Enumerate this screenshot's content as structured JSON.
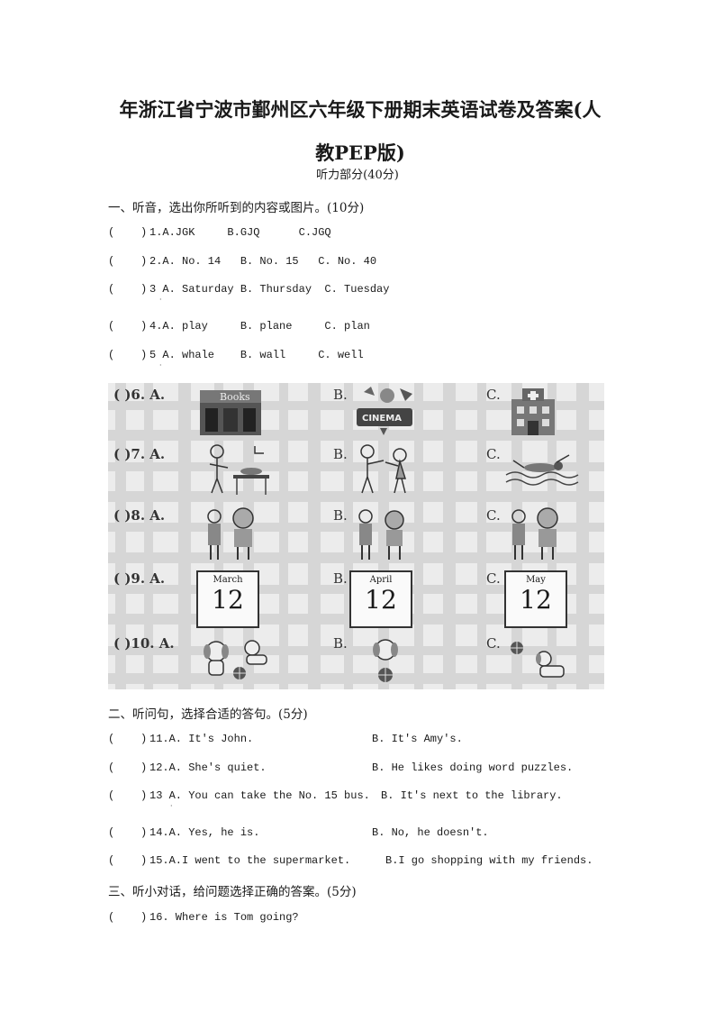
{
  "title_line1": "年浙江省宁波市鄞州区六年级下册期末英语试卷及答案(人",
  "title_line2": "教PEP版)",
  "subtitle": "听力部分(40分)",
  "section1": {
    "heading": "一、听音，选出你所听到的内容或图片。(10分)",
    "questions": [
      {
        "paren": "(    )",
        "text": "1.A.JGK     B.GJQ      C.JGQ"
      },
      {
        "paren": "(    )",
        "text": "2.A. No. 14   B. No. 15   C. No. 40"
      },
      {
        "paren": "(    )",
        "text": "3 A. Saturday B. Thursday  C. Tuesday"
      },
      {
        "paren": "(    )",
        "text": "4.A. play     B. plane     C. plan"
      },
      {
        "paren": "(    )",
        "text": "5 A. whale    B. wall     C. well"
      }
    ]
  },
  "pictures": {
    "rows": [
      {
        "num": "(    )6. A.",
        "b": "B.",
        "c": "C.",
        "a_icon": "bookstore-icon",
        "b_icon": "cinema-icon",
        "c_icon": "hospital-icon",
        "a_sign": "Books",
        "b_sign": "CINEMA"
      },
      {
        "num": "(    )7. A.",
        "b": "B.",
        "c": "C.",
        "a_icon": "cooking-icon",
        "b_icon": "dancing-icon",
        "c_icon": "swimming-icon"
      },
      {
        "num": "(    )8. A.",
        "b": "B.",
        "c": "C.",
        "a_icon": "two-kids-icon",
        "b_icon": "two-kids-icon",
        "c_icon": "two-kids-icon"
      },
      {
        "num": "(    )9. A.",
        "b": "B.",
        "c": "C."
      },
      {
        "num": "(    )10. A.",
        "b": "B.",
        "c": "C.",
        "a_icon": "dog-ball-icon",
        "b_icon": "dog-ball-icon",
        "c_icon": "dog-ball-icon"
      }
    ],
    "calendars": [
      {
        "month": "March",
        "day": "12"
      },
      {
        "month": "April",
        "day": "12"
      },
      {
        "month": "May",
        "day": "12"
      }
    ]
  },
  "section2": {
    "heading": "二、听问句，选择合适的答句。(5分)",
    "questions": [
      {
        "paren": "(    )",
        "a": "11.A. It's John.",
        "b": "B. It's Amy's."
      },
      {
        "paren": "(    )",
        "a": "12.A. She's quiet.",
        "b": "B. He likes doing word puzzles."
      },
      {
        "paren": "(    )",
        "a": "13 A. You can take the No. 15 bus.",
        "b": "B. It's next to the library."
      },
      {
        "paren": "(    )",
        "a": "14.A. Yes, he is.",
        "b": "B. No, he doesn't."
      },
      {
        "paren": "(    )",
        "a": "15.A.I went to the supermarket.",
        "b": "B.I go shopping with my friends."
      }
    ]
  },
  "section3": {
    "heading": "三、听小对话，给问题选择正确的答案。(5分)",
    "questions": [
      {
        "paren": "(    )",
        "text": "16. Where is Tom going?"
      }
    ]
  }
}
